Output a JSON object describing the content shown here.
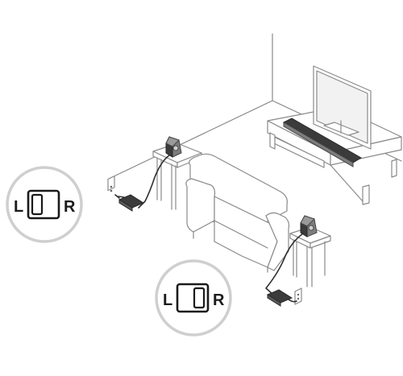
{
  "switch_callouts": [
    {
      "left_label": "L",
      "right_label": "R",
      "position_selected": "left"
    },
    {
      "left_label": "L",
      "right_label": "R",
      "position_selected": "right"
    }
  ],
  "colors": {
    "line": "#8a8a8a",
    "callout_ring": "#cfcfcf",
    "device": "#3b3b3b",
    "cable": "#2e2e2e"
  }
}
